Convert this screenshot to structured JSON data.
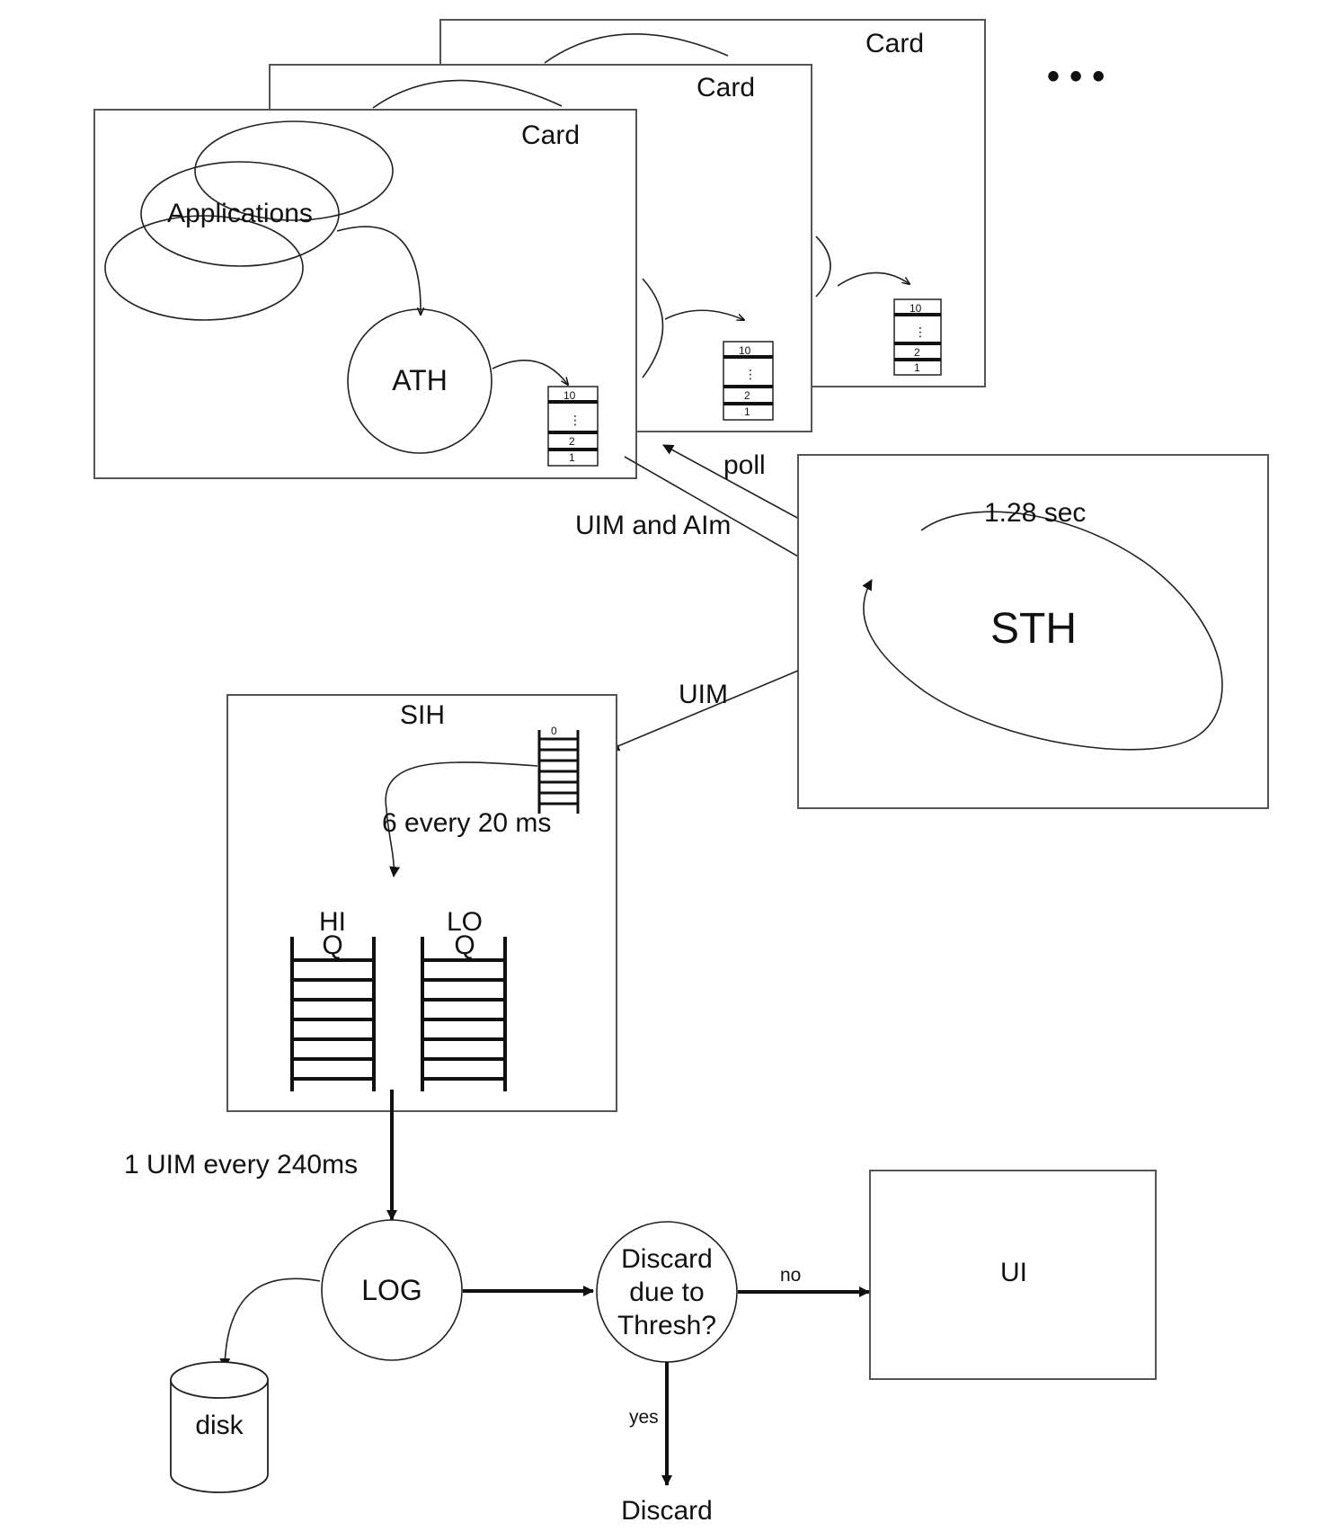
{
  "cards": {
    "label": "Card",
    "ellipsis": "• • •",
    "applications": "Applications",
    "ath": "ATH",
    "queue_top": "10",
    "queue_dots": "⋮",
    "queue_2": "2",
    "queue_1": "1"
  },
  "links": {
    "poll": "poll",
    "uim_and_aim": "UIM and AIm",
    "uim": "UIM",
    "six_every": "6 every 20 ms",
    "one_uim_every": "1 UIM every 240ms",
    "no": "no",
    "yes": "yes"
  },
  "sth": {
    "label": "STH",
    "period": "1.28 sec"
  },
  "sih": {
    "label": "SIH",
    "small_queue_top": "0",
    "hi_q": [
      "HI",
      "Q"
    ],
    "lo_q": [
      "LO",
      "Q"
    ]
  },
  "log": {
    "label": "LOG"
  },
  "disk": {
    "label": "disk"
  },
  "decision": {
    "lines": [
      "Discard",
      "due to",
      "Thresh?"
    ]
  },
  "discard": {
    "label": "Discard"
  },
  "ui": {
    "label": "UI"
  }
}
